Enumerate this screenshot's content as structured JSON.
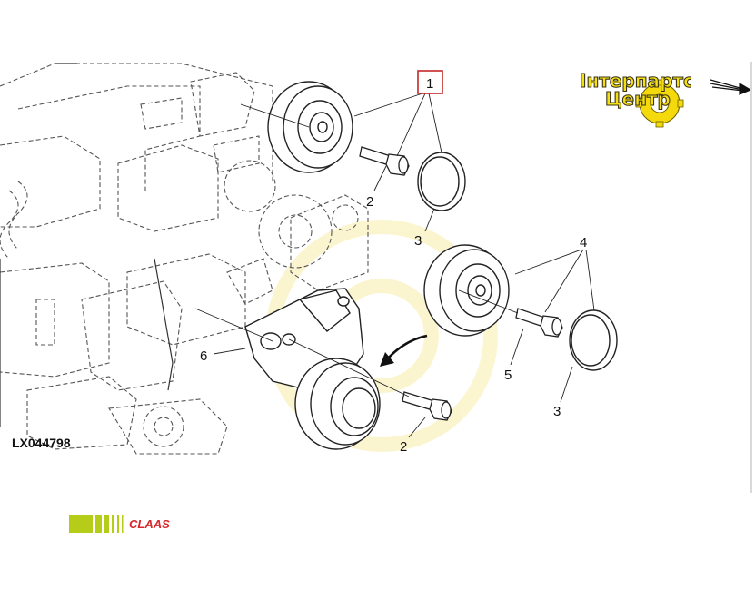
{
  "figure_id": "LX044798",
  "callouts": {
    "c1": "1",
    "c2a": "2",
    "c2b": "2",
    "c3a": "3",
    "c3b": "3",
    "c4": "4",
    "c5": "5",
    "c6": "6"
  },
  "brand": {
    "name": "CLAAS",
    "stripe_color": "#b5cc18",
    "text_color": "#d8262a"
  },
  "watermark": {
    "line1": "Інтерпартс",
    "line2": "Центр",
    "gear_color": "#f4d90c"
  },
  "colors": {
    "callout_box": "#c62828",
    "line": "#222222"
  }
}
